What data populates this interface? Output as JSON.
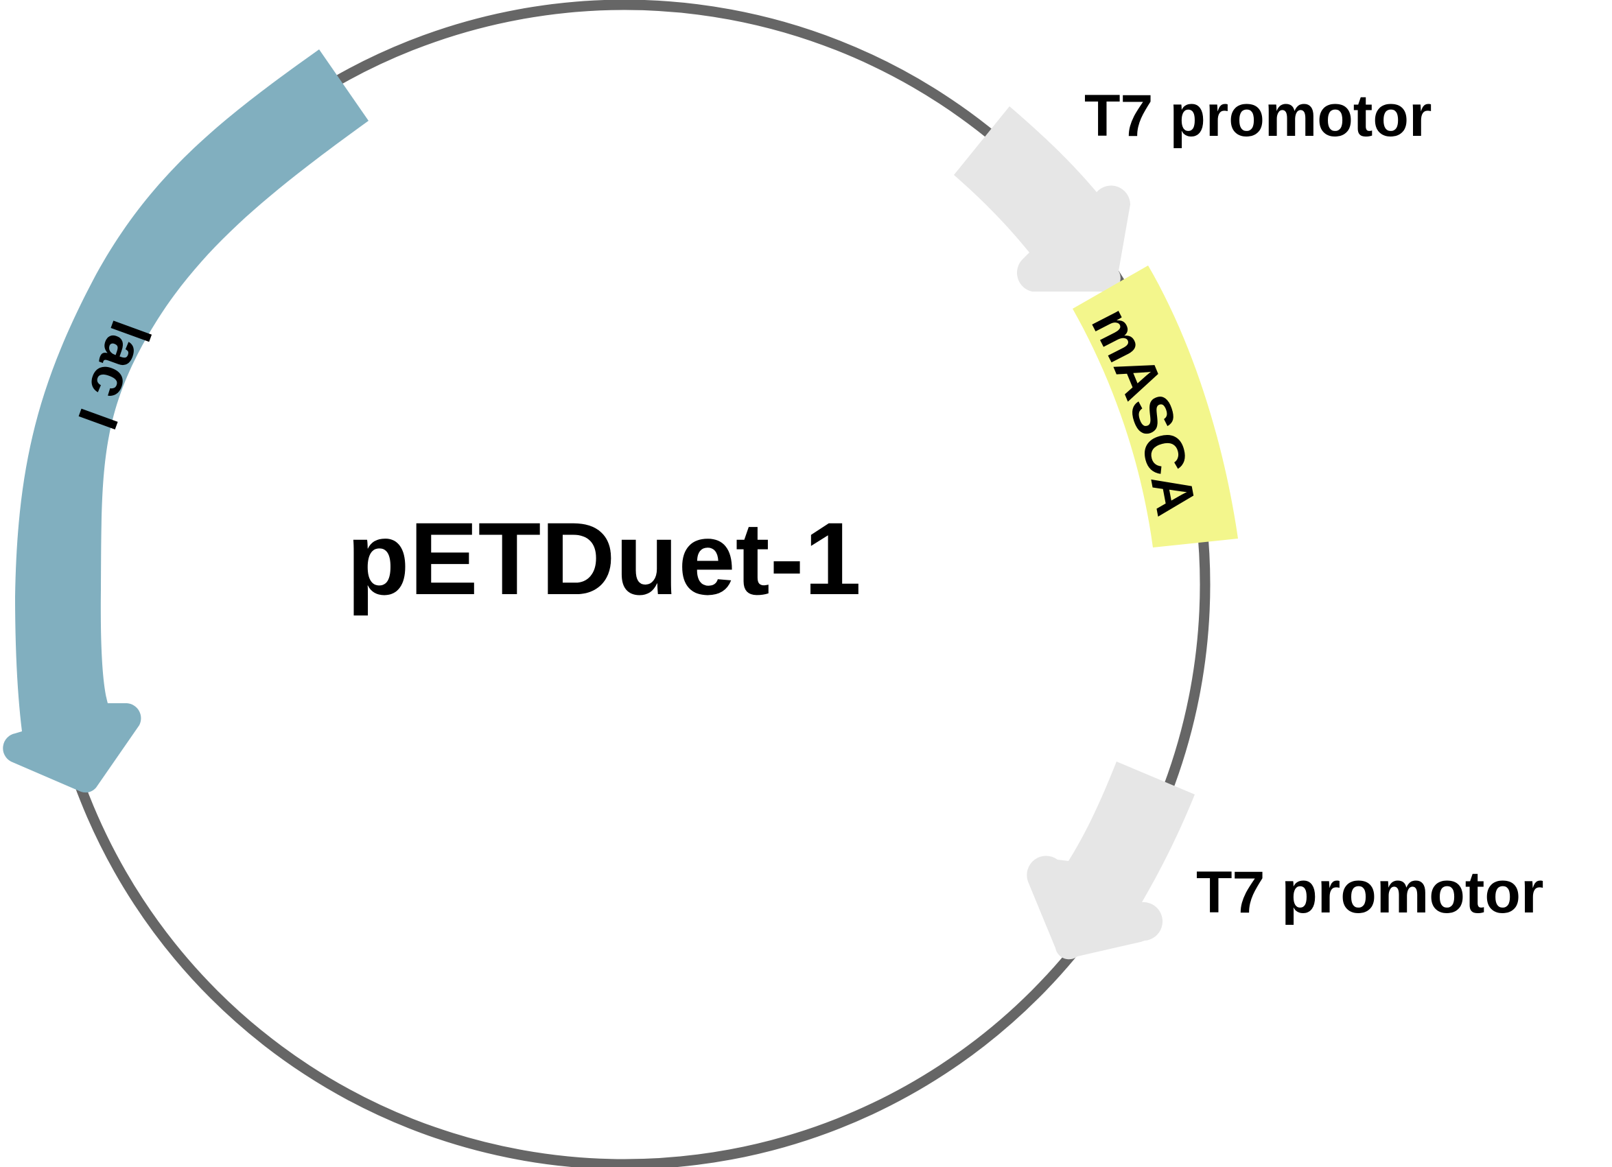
{
  "plasmid": {
    "name": "pETDuet-1",
    "backbone_color": "#666666"
  },
  "features": {
    "lacI": {
      "label": "lac I",
      "color": "#81afbf",
      "direction": "counterclockwise"
    },
    "mASCA": {
      "label": "mASCA",
      "color": "#f3f68c"
    },
    "t7_promoter_top": {
      "label": "T7 promotor",
      "color": "#e6e6e6",
      "direction": "clockwise"
    },
    "t7_promoter_bottom": {
      "label": "T7 promotor",
      "color": "#e6e6e6",
      "direction": "clockwise"
    }
  }
}
